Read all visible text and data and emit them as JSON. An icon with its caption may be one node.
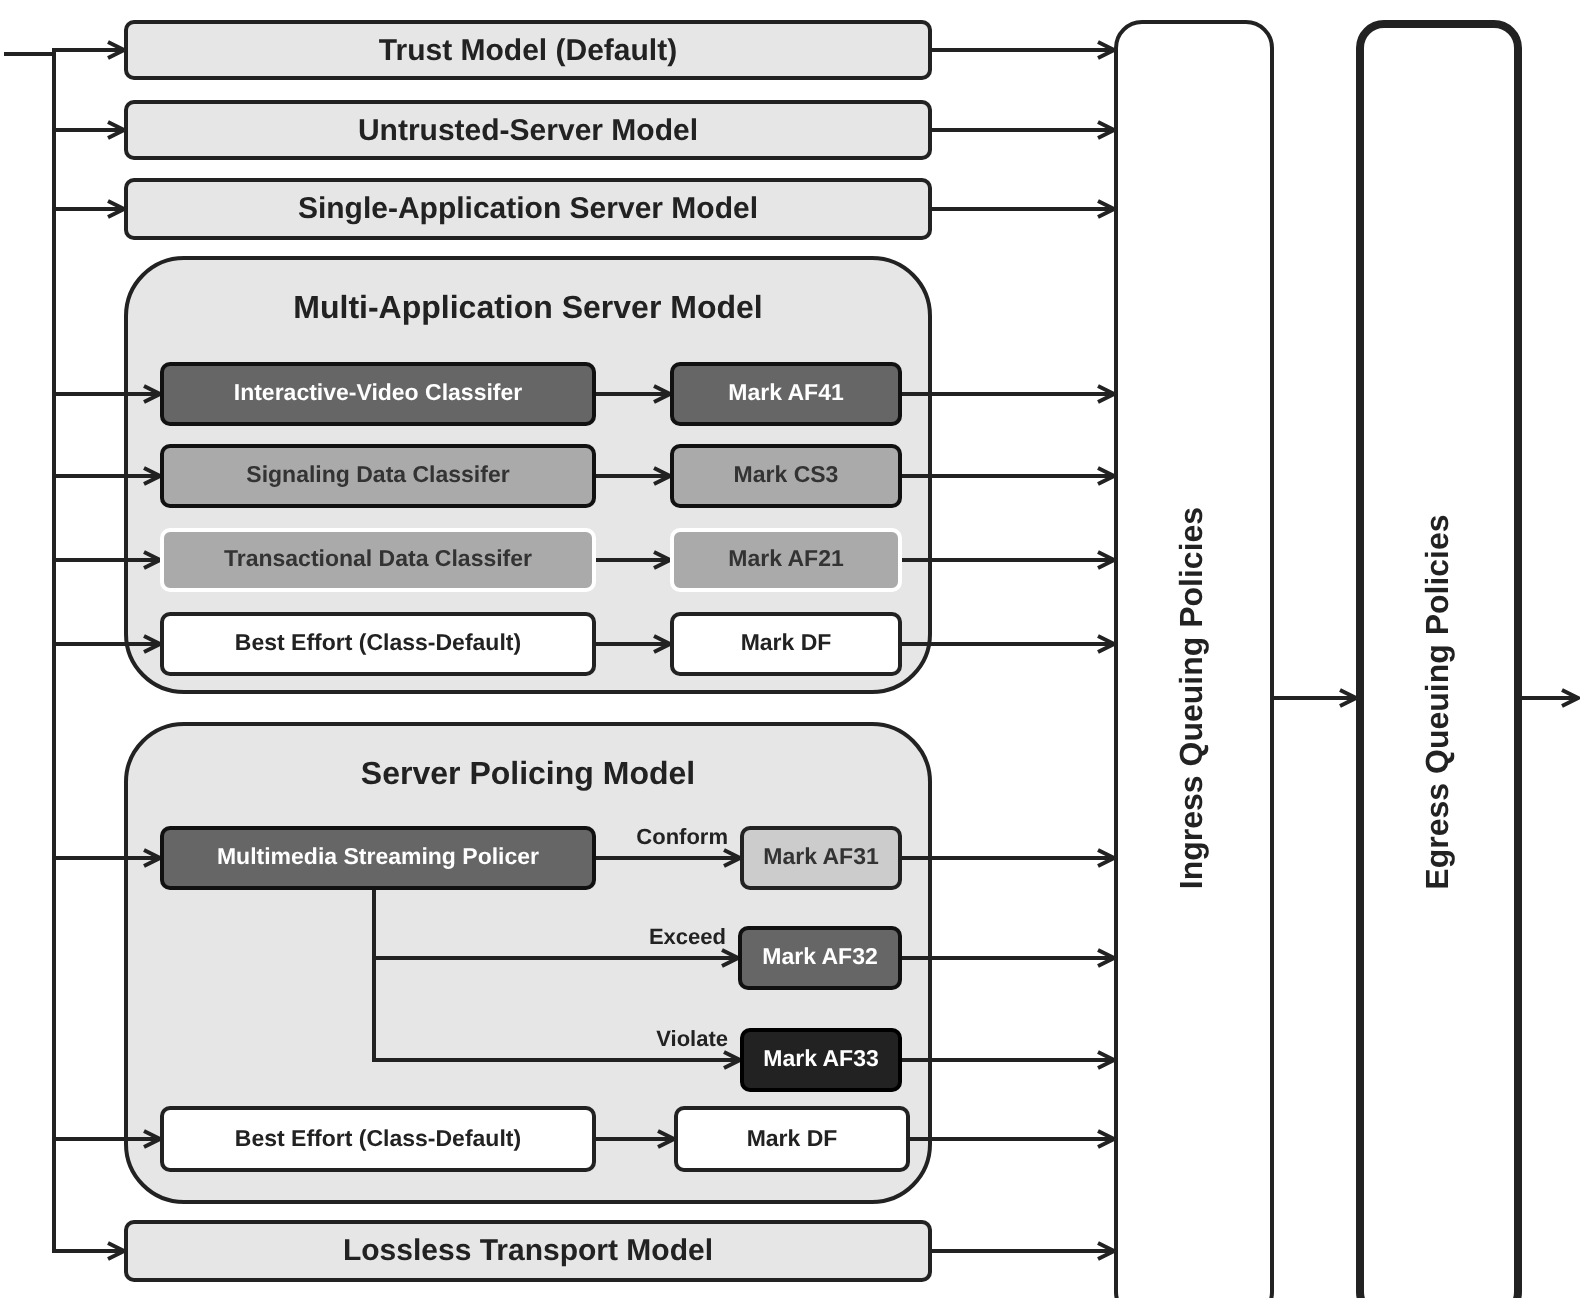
{
  "diagram": {
    "nodes": [
      {
        "text": [
          "Trust Model (Default)"
        ]
      },
      {
        "text": [
          "Untrusted-Server Model"
        ]
      },
      {
        "text": [
          "Single-Application Server Model"
        ]
      },
      {
        "text": [
          "Multi-Application Server Model"
        ]
      },
      {
        "text": [
          "Interactive-Video Classifer"
        ],
        "in": 3
      },
      {
        "text": [
          "Mark AF41"
        ],
        "in": 3
      },
      {
        "text": [
          "Signaling Data Classifer"
        ],
        "in": 3
      },
      {
        "text": [
          "Mark CS3"
        ],
        "in": 3
      },
      {
        "text": [
          "Transactional Data Classifer"
        ],
        "in": 3
      },
      {
        "text": [
          "Mark AF21"
        ],
        "in": 3
      },
      {
        "text": [
          "Best Effort (Class-Default)"
        ],
        "in": 3
      },
      {
        "text": [
          "Mark DF"
        ],
        "in": 3
      },
      {
        "text": [
          "Server Policing Model"
        ]
      },
      {
        "text": [
          "Multimedia Streaming Policer"
        ],
        "in": 12
      },
      {
        "text": [
          "Mark AF31"
        ],
        "in": 12
      },
      {
        "text": [
          "Mark AF32"
        ],
        "in": 12
      },
      {
        "text": [
          "Mark AF33"
        ],
        "in": 12
      },
      {
        "text": [
          "Best Effort (Class-Default)"
        ],
        "in": 12
      },
      {
        "text": [
          "Mark DF"
        ],
        "in": 12
      },
      {
        "text": [
          "Lossless Transport Model"
        ]
      },
      {
        "text": [
          "Ingress Queuing Policies"
        ]
      },
      {
        "text": [
          "Egress Queuing Policies"
        ]
      }
    ],
    "edges": [
      {
        "from": null,
        "to": 0,
        "arrow": "to"
      },
      {
        "from": null,
        "to": 1,
        "arrow": "to"
      },
      {
        "from": null,
        "to": 2,
        "arrow": "to"
      },
      {
        "from": null,
        "to": 4,
        "arrow": "to"
      },
      {
        "from": null,
        "to": 6,
        "arrow": "to"
      },
      {
        "from": null,
        "to": 8,
        "arrow": "to"
      },
      {
        "from": null,
        "to": 10,
        "arrow": "to"
      },
      {
        "from": null,
        "to": 13,
        "arrow": "to"
      },
      {
        "from": null,
        "to": 17,
        "arrow": "to"
      },
      {
        "from": null,
        "to": 19,
        "arrow": "to"
      },
      {
        "from": 4,
        "to": 5,
        "arrow": "to"
      },
      {
        "from": 6,
        "to": 7,
        "arrow": "to"
      },
      {
        "from": 8,
        "to": 9,
        "arrow": "to"
      },
      {
        "from": 10,
        "to": 11,
        "arrow": "to"
      },
      {
        "from": 13,
        "to": 14,
        "label": "Conform",
        "arrow": "to"
      },
      {
        "from": 13,
        "to": 15,
        "label": "Exceed",
        "arrow": "to"
      },
      {
        "from": 13,
        "to": 16,
        "label": "Violate",
        "arrow": "to"
      },
      {
        "from": 17,
        "to": 18,
        "arrow": "to"
      },
      {
        "from": 0,
        "to": 20,
        "arrow": "to"
      },
      {
        "from": 1,
        "to": 20,
        "arrow": "to"
      },
      {
        "from": 2,
        "to": 20,
        "arrow": "to"
      },
      {
        "from": 5,
        "to": 20,
        "arrow": "to"
      },
      {
        "from": 7,
        "to": 20,
        "arrow": "to"
      },
      {
        "from": 9,
        "to": 20,
        "arrow": "to"
      },
      {
        "from": 11,
        "to": 20,
        "arrow": "to"
      },
      {
        "from": 14,
        "to": 20,
        "arrow": "to"
      },
      {
        "from": 15,
        "to": 20,
        "arrow": "to"
      },
      {
        "from": 16,
        "to": 20,
        "arrow": "to"
      },
      {
        "from": 18,
        "to": 20,
        "arrow": "to"
      },
      {
        "from": 19,
        "to": 20,
        "arrow": "to"
      },
      {
        "from": 20,
        "to": 21,
        "arrow": "to"
      },
      {
        "from": 21,
        "to": null,
        "arrow": "to"
      }
    ]
  }
}
